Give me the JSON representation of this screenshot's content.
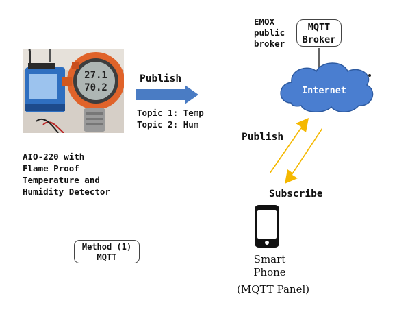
{
  "device": {
    "label_lines": [
      "AIO-220 with",
      "Flame Proof",
      "Temperature and",
      "Humidity Detector"
    ],
    "display_readings": [
      "27.1",
      "70.2"
    ]
  },
  "publish_left": {
    "label": "Publish",
    "topics": [
      "Topic 1: Temp",
      "Topic 2: Hum"
    ]
  },
  "broker": {
    "name_lines": [
      "EMQX",
      "public",
      "broker"
    ],
    "box_lines": [
      "MQTT",
      "Broker"
    ],
    "cloud_label": "Internet"
  },
  "publish_right": {
    "label": "Publish"
  },
  "subscribe": {
    "label": "Subscribe"
  },
  "phone": {
    "label_lines": [
      "Smart",
      "Phone"
    ],
    "app": "(MQTT Panel)"
  },
  "method": {
    "lines": [
      "Method (1)",
      "MQTT"
    ]
  },
  "colors": {
    "arrow_blue": "#4a7cc4",
    "cloud_blue": "#4a7ed0",
    "arrow_yellow": "#f5b800"
  }
}
